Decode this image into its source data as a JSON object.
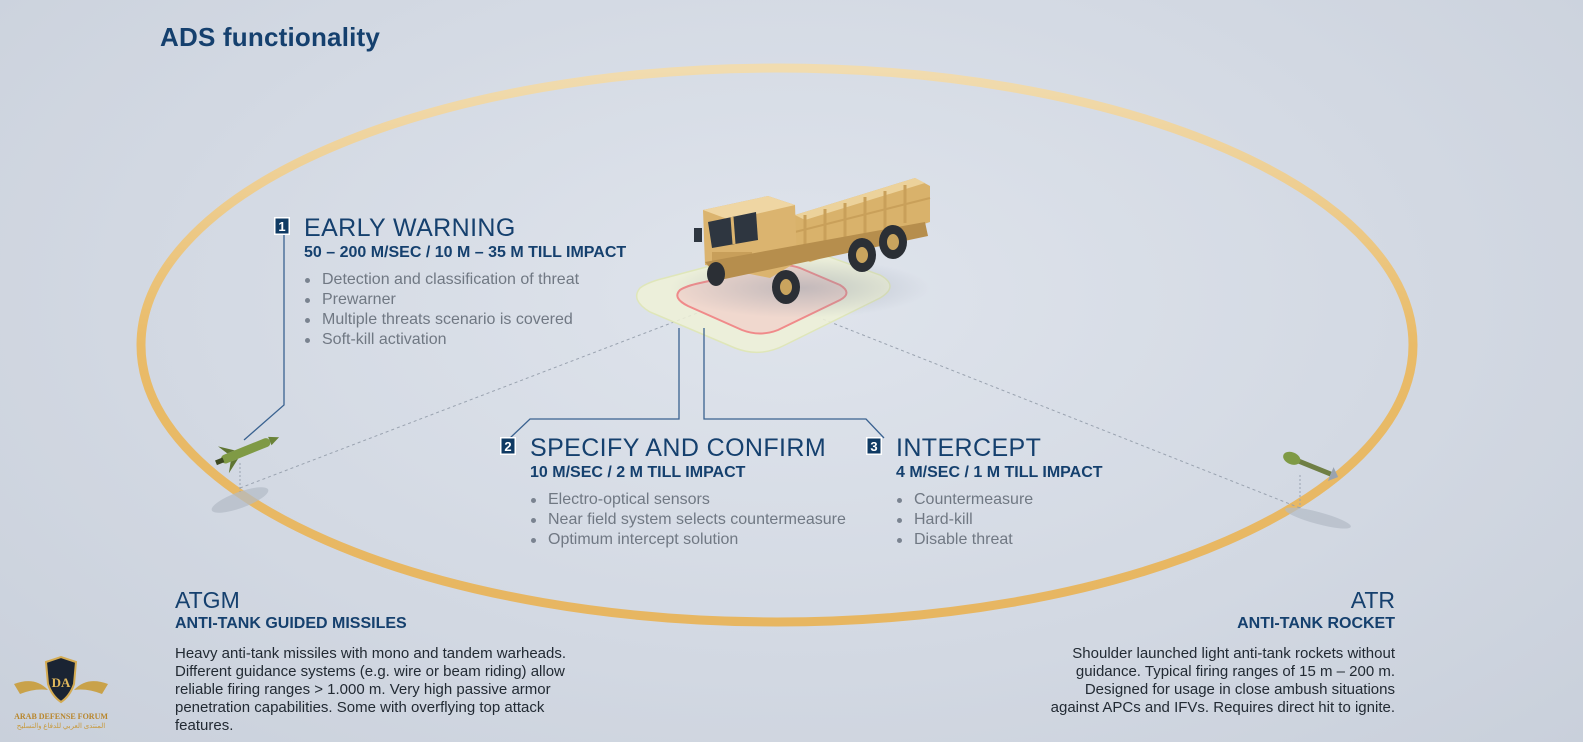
{
  "title": "ADS functionality",
  "steps": [
    {
      "number": "1",
      "heading": "EARLY WARNING",
      "speed": "50 – 200 M/SEC / 10 M – 35 M TILL IMPACT",
      "bullets": [
        "Detection and classification of threat",
        "Prewarner",
        "Multiple threats scenario is covered",
        "Soft-kill activation"
      ]
    },
    {
      "number": "2",
      "heading": "SPECIFY AND CONFIRM",
      "speed": "10 M/SEC / 2 M TILL IMPACT",
      "bullets": [
        "Electro-optical sensors",
        "Near field system selects countermeasure",
        "Optimum intercept solution"
      ]
    },
    {
      "number": "3",
      "heading": "INTERCEPT",
      "speed": "4 M/SEC / 1 M TILL IMPACT",
      "bullets": [
        "Countermeasure",
        "Hard-kill",
        "Disable threat"
      ]
    }
  ],
  "threats": {
    "atgm": {
      "name": "ATGM",
      "subtitle": "ANTI-TANK GUIDED MISSILES",
      "description": "Heavy anti-tank missiles with mono and tandem warheads. Different guidance systems (e.g. wire or beam riding) allow reliable firing ranges > 1.000 m. Very high passive armor penetration capabilities. Some with overflying top attack features."
    },
    "atr": {
      "name": "ATR",
      "subtitle": "ANTI-TANK ROCKET",
      "description": "Shoulder launched light anti-tank rockets without guidance. Typical firing ranges of 15 m – 200 m. Designed for usage in close ambush situations against APCs and IFVs. Requires direct hit to ignite."
    }
  },
  "watermark": {
    "initials": "DA",
    "name": "ARAB DEFENSE FORUM",
    "arabic": "المنتدى العربي للدفاع والتسليح"
  },
  "icons": [
    "truck-icon",
    "missile-icon",
    "rocket-icon",
    "logo-emblem-icon"
  ],
  "colors": {
    "accent": "#15406e",
    "number_badge": "#0f3a63",
    "range_ring": "#e7b661",
    "inner_zone": "#f08a8a",
    "outer_zone": "#e9eed3",
    "bullet_text": "#707883"
  }
}
